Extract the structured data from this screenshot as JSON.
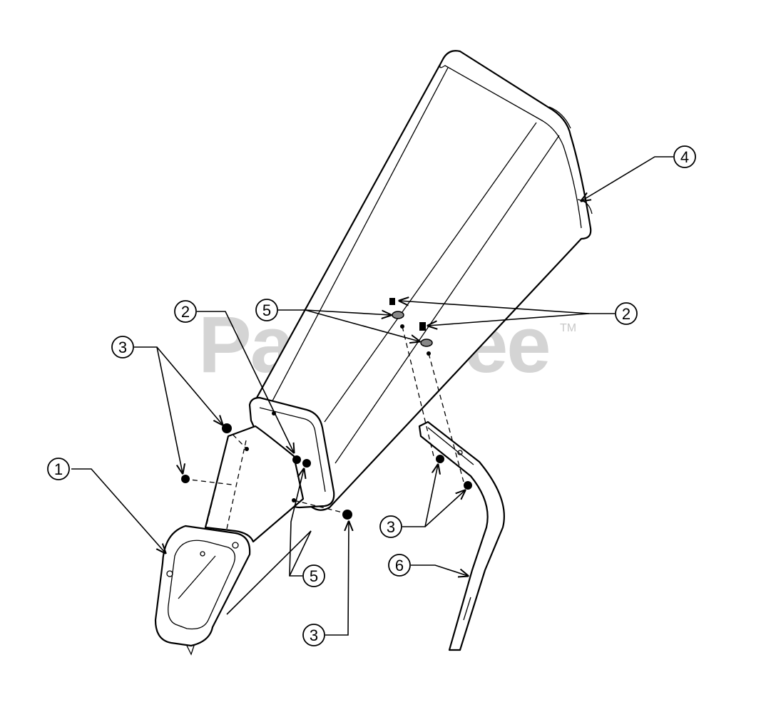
{
  "watermark": {
    "text": "PartsTree",
    "trademark": "TM"
  },
  "callouts": {
    "c1": "1",
    "c2_left": "2",
    "c2_right": "2",
    "c3_upper_left": "3",
    "c3_right": "3",
    "c3_bottom": "3",
    "c4": "4",
    "c5_upper": "5",
    "c5_lower": "5",
    "c6": "6"
  }
}
